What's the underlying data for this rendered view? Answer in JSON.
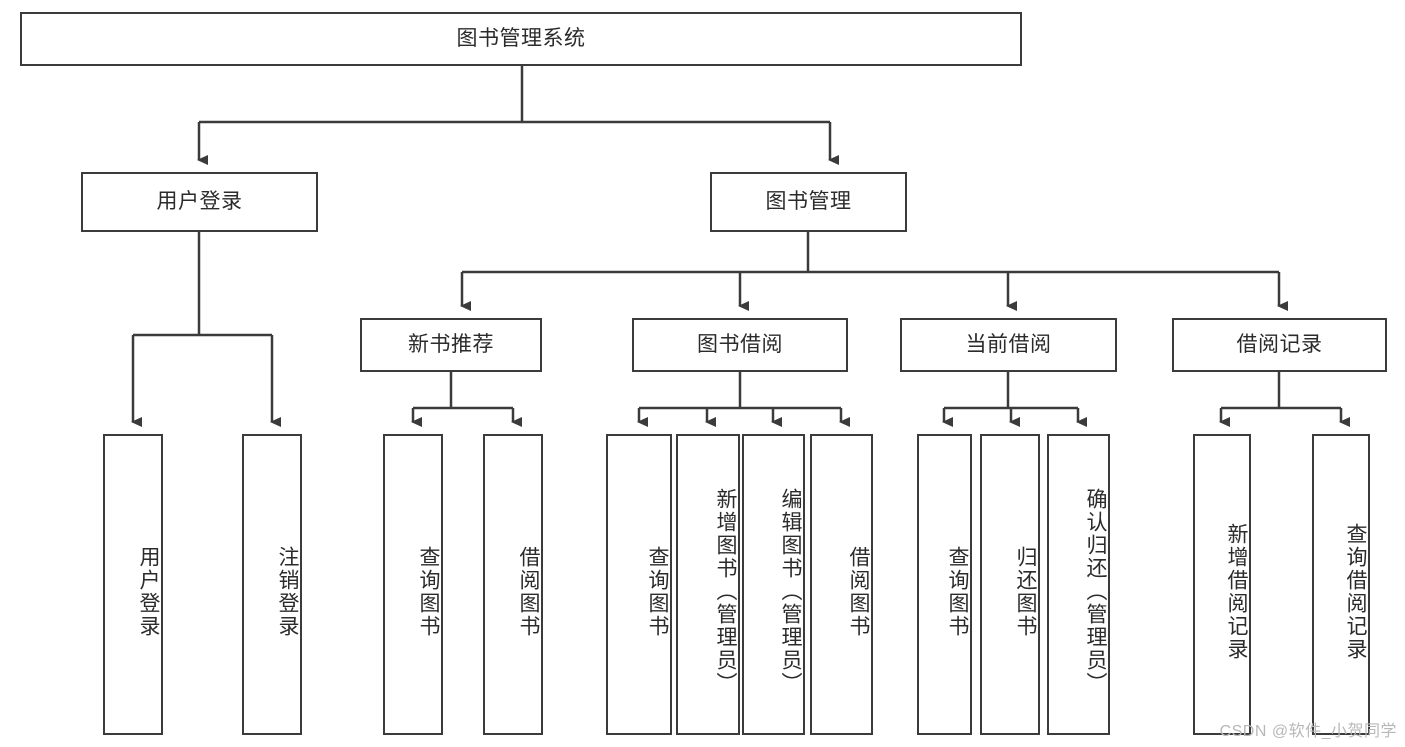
{
  "diagram": {
    "title_node": {
      "label": "图书管理系统"
    },
    "level2": [
      {
        "label": "用户登录"
      },
      {
        "label": "图书管理"
      }
    ],
    "level3": [
      {
        "label": "新书推荐"
      },
      {
        "label": "图书借阅"
      },
      {
        "label": "当前借阅"
      },
      {
        "label": "借阅记录"
      }
    ],
    "leaves": {
      "user_login": [
        {
          "label": "用户登录"
        },
        {
          "label": "注销登录"
        }
      ],
      "new_book_recommend": [
        {
          "label": "查询图书"
        },
        {
          "label": "借阅图书"
        }
      ],
      "book_borrow": [
        {
          "label": "查询图书"
        },
        {
          "label": "新增图书（管理员）"
        },
        {
          "label": "编辑图书（管理员）"
        },
        {
          "label": "借阅图书"
        }
      ],
      "current_borrow": [
        {
          "label": "查询图书"
        },
        {
          "label": "归还图书"
        },
        {
          "label": "确认归还（管理员）"
        }
      ],
      "borrow_record": [
        {
          "label": "新增借阅记录"
        },
        {
          "label": "查询借阅记录"
        }
      ]
    }
  },
  "watermark": {
    "text": "CSDN @软件_小贺同学"
  },
  "colors": {
    "stroke": "#3b3b3b",
    "text": "#2b2b2b",
    "background": "#ffffff",
    "watermark": "#b8b8b8"
  }
}
